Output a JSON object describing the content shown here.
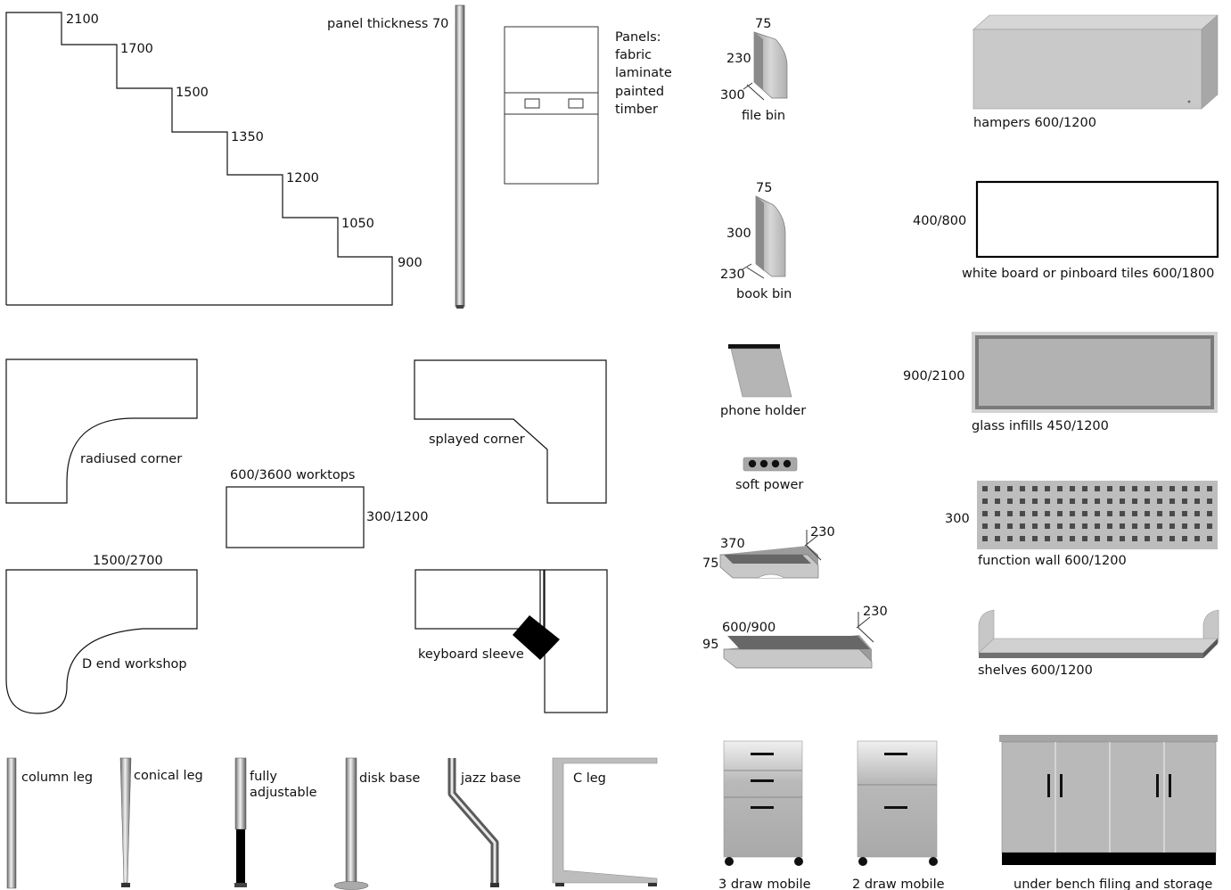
{
  "steps": {
    "heights": [
      "2100",
      "1700",
      "1500",
      "1350",
      "1200",
      "1050",
      "900"
    ]
  },
  "panel": {
    "thickness_label": "panel thickness 70",
    "materials_lines": [
      "Panels:",
      "fabric",
      "laminate",
      "painted",
      "timber"
    ]
  },
  "bins": {
    "file_bin": {
      "top": "75",
      "side": "230",
      "depth": "300",
      "label": "file bin"
    },
    "book_bin": {
      "top": "75",
      "side": "300",
      "depth": "230",
      "label": "book bin"
    }
  },
  "accessories": {
    "phone_holder": "phone holder",
    "soft_power": "soft power",
    "tray_small": {
      "width": "370",
      "height": "75",
      "depth": "230"
    },
    "tray_large": {
      "width": "600/900",
      "height": "95",
      "depth": "230"
    }
  },
  "wall_items": {
    "hampers": "hampers 600/1200",
    "whiteboard_size": "400/800",
    "whiteboard": "white board or pinboard tiles 600/1800",
    "glass_size": "900/2100",
    "glass": "glass infills 450/1200",
    "function_size": "300",
    "function_wall": "function wall 600/1200",
    "shelves": "shelves 600/1200"
  },
  "worktops": {
    "radiused": "radiused corner",
    "splayed": "splayed corner",
    "worktops_label": "600/3600 worktops",
    "rect_size": "300/1200",
    "d_end_size": "1500/2700",
    "d_end": "D end workshop",
    "keyboard": "keyboard sleeve"
  },
  "legs": {
    "column": "column leg",
    "conical": "conical leg",
    "fully_lines": [
      "fully",
      "adjustable"
    ],
    "disk": "disk base",
    "jazz": "jazz base",
    "c_leg": "C leg"
  },
  "storage": {
    "three_draw": "3 draw mobile",
    "two_draw": "2 draw mobile",
    "under_bench": "under bench filing and storage"
  },
  "colors": {
    "line": "#111111",
    "grey_light": "#d2d2d2",
    "grey_mid": "#b4b4b4",
    "grey_dark": "#707070",
    "black": "#000000"
  }
}
